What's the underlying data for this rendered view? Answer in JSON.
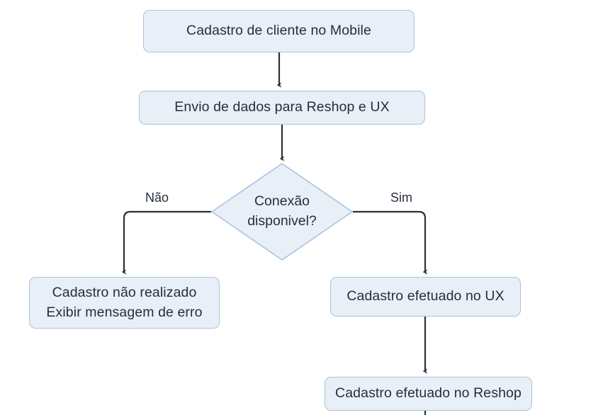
{
  "diagram": {
    "type": "flowchart",
    "background_color": "#ffffff",
    "node_fill": "#e9eff7",
    "node_border": "#a9c4de",
    "text_color": "#232f3e",
    "connector_color": "#26323f",
    "nodes": {
      "start": {
        "label": "Cadastro de cliente no Mobile",
        "shape": "rounded-rect"
      },
      "envio": {
        "label": "Envio de dados para Reshop e UX",
        "shape": "rounded-rect"
      },
      "decision": {
        "line1": "Conexão",
        "line2": "disponivel?",
        "shape": "diamond"
      },
      "erro": {
        "line1": "Cadastro não realizado",
        "line2": "Exibir mensagem de erro",
        "shape": "rounded-rect"
      },
      "ux": {
        "label": "Cadastro efetuado no UX",
        "shape": "rounded-rect"
      },
      "reshop": {
        "label": "Cadastro efetuado no Reshop",
        "shape": "rounded-rect"
      }
    },
    "edge_labels": {
      "no": "Não",
      "yes": "Sim"
    }
  }
}
